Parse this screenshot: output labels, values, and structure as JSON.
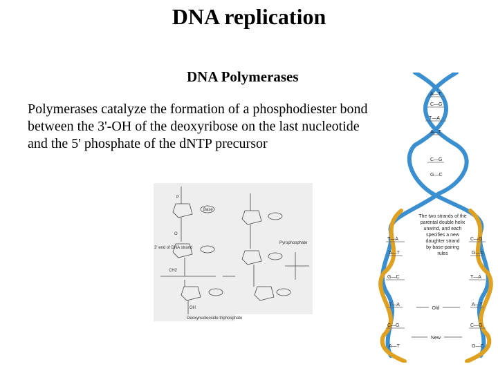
{
  "slide": {
    "title": "DNA replication",
    "subtitle": "DNA Polymerases",
    "body_lines": [
      "Polymerases catalyze the formation of a phosphodiester bond",
      "between the 3'-OH of the deoxyribose on the last nucleotide",
      "and the 5' phosphate of the dNTP precursor"
    ]
  },
  "dna_figure": {
    "caption_lines": [
      "The two strands of the",
      "parental double helix",
      "unwind, and each",
      "specifies a new",
      "daughter strand",
      "by base-pairing",
      "rules"
    ],
    "old_label": "Old",
    "new_label": "New",
    "base_pairs": [
      "A—T",
      "C—G",
      "T—A",
      "A—T",
      "C—G",
      "G—C",
      "T—A",
      "A—T",
      "G—C",
      "T—A",
      "C—G",
      "A—T",
      "C—G",
      "G—C",
      "T—A",
      "A—T",
      "C—G",
      "G—C"
    ],
    "colors": {
      "old_strand": "#3a8fd0",
      "new_strand": "#e0a020"
    }
  },
  "chem_figure": {
    "labels": [
      "P",
      "O",
      "CH2",
      "Base",
      "OH",
      "3' end of DNA strand",
      "Pyrophosphate",
      "Deoxynucleoside triphosphate"
    ]
  }
}
